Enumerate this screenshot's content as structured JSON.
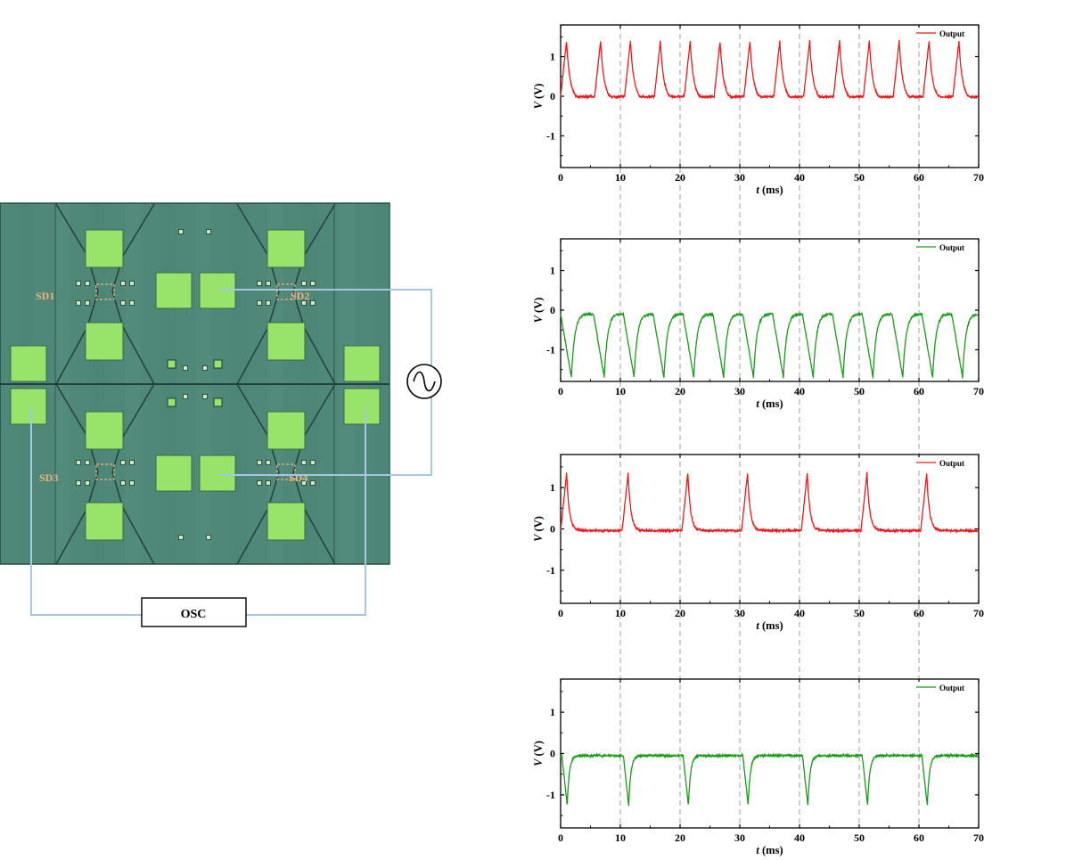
{
  "micrograph": {
    "device_labels": [
      "SD1",
      "SD2",
      "SD3",
      "SD4"
    ],
    "instrument_label": "OSC",
    "source_symbol": "ac-source-icon",
    "colors": {
      "substrate": "#4f8878",
      "pad": "#98e36a",
      "wire": "#a7c6e0",
      "label": "#f0b27a"
    }
  },
  "chart_data": [
    {
      "type": "line",
      "xlabel_var": "t",
      "xlabel_unit": " (ms)",
      "ylabel_var": "V",
      "ylabel_unit": " (V)",
      "xlim": [
        0,
        70
      ],
      "ylim": [
        -1.8,
        1.8
      ],
      "xticks": [
        0,
        10,
        20,
        30,
        40,
        50,
        60,
        70
      ],
      "yticks": [
        1,
        0,
        -1
      ],
      "legend_position": "top-right",
      "series": [
        {
          "name": "Output",
          "color": "#e8191c",
          "waveform": {
            "baseline": 0.0,
            "peak": 1.4,
            "polarity": "positive",
            "spike_starts_ms": [
              0,
              5.7,
              10.7,
              15.7,
              20.7,
              25.7,
              30.7,
              35.7,
              40.7,
              45.7,
              50.7,
              55.7,
              60.7,
              65.7
            ],
            "rise_ms": 1.0,
            "decay_ms": 1.2,
            "undershoot": -0.08,
            "end_ms": 70
          }
        }
      ]
    },
    {
      "type": "line",
      "xlabel_var": "t",
      "xlabel_unit": " (ms)",
      "ylabel_var": "V",
      "ylabel_unit": " (V)",
      "xlim": [
        0,
        70
      ],
      "ylim": [
        -1.8,
        1.8
      ],
      "xticks": [
        0,
        10,
        20,
        30,
        40,
        50,
        60,
        70
      ],
      "yticks": [
        1,
        0,
        -1
      ],
      "legend_position": "top-right",
      "series": [
        {
          "name": "Output",
          "color": "#1a9a1a",
          "waveform": {
            "baseline": -0.05,
            "peak": -1.65,
            "polarity": "negative",
            "spike_starts_ms": [
              0,
              5.5,
              10.5,
              15.5,
              20.5,
              25.5,
              30.5,
              35.5,
              40.5,
              45.5,
              50.5,
              55.5,
              60.5,
              65.5
            ],
            "rise_ms": 1.8,
            "decay_ms": 1.2,
            "undershoot": 0.02,
            "end_ms": 70
          }
        }
      ]
    },
    {
      "type": "line",
      "xlabel_var": "t",
      "xlabel_unit": " (ms)",
      "ylabel_var": "V",
      "ylabel_unit": " (V)",
      "xlim": [
        0,
        70
      ],
      "ylim": [
        -1.8,
        1.8
      ],
      "xticks": [
        0,
        10,
        20,
        30,
        40,
        50,
        60,
        70
      ],
      "yticks": [
        1,
        0,
        -1
      ],
      "legend_position": "top-right",
      "series": [
        {
          "name": "Output",
          "color": "#e8191c",
          "waveform": {
            "baseline": -0.04,
            "peak": 1.35,
            "polarity": "positive",
            "spike_starts_ms": [
              0,
              10.3,
              20.3,
              30.3,
              40.3,
              50.3,
              60.3
            ],
            "rise_ms": 1.0,
            "decay_ms": 1.0,
            "undershoot": 0.0,
            "end_ms": 70
          }
        }
      ]
    },
    {
      "type": "line",
      "xlabel_var": "t",
      "xlabel_unit": " (ms)",
      "ylabel_var": "V",
      "ylabel_unit": " (V)",
      "xlim": [
        0,
        70
      ],
      "ylim": [
        -1.8,
        1.8
      ],
      "xticks": [
        0,
        10,
        20,
        30,
        40,
        50,
        60,
        70
      ],
      "yticks": [
        1,
        0,
        -1
      ],
      "legend_position": "top-right",
      "series": [
        {
          "name": "Output",
          "color": "#1a9a1a",
          "waveform": {
            "baseline": 0.0,
            "peak": -1.2,
            "polarity": "negative",
            "spike_starts_ms": [
              0.2,
              10.5,
              20.5,
              30.5,
              40.5,
              50.5,
              60.5
            ],
            "rise_ms": 0.9,
            "decay_ms": 0.8,
            "undershoot": 0.0,
            "end_ms": 70
          }
        }
      ]
    }
  ]
}
